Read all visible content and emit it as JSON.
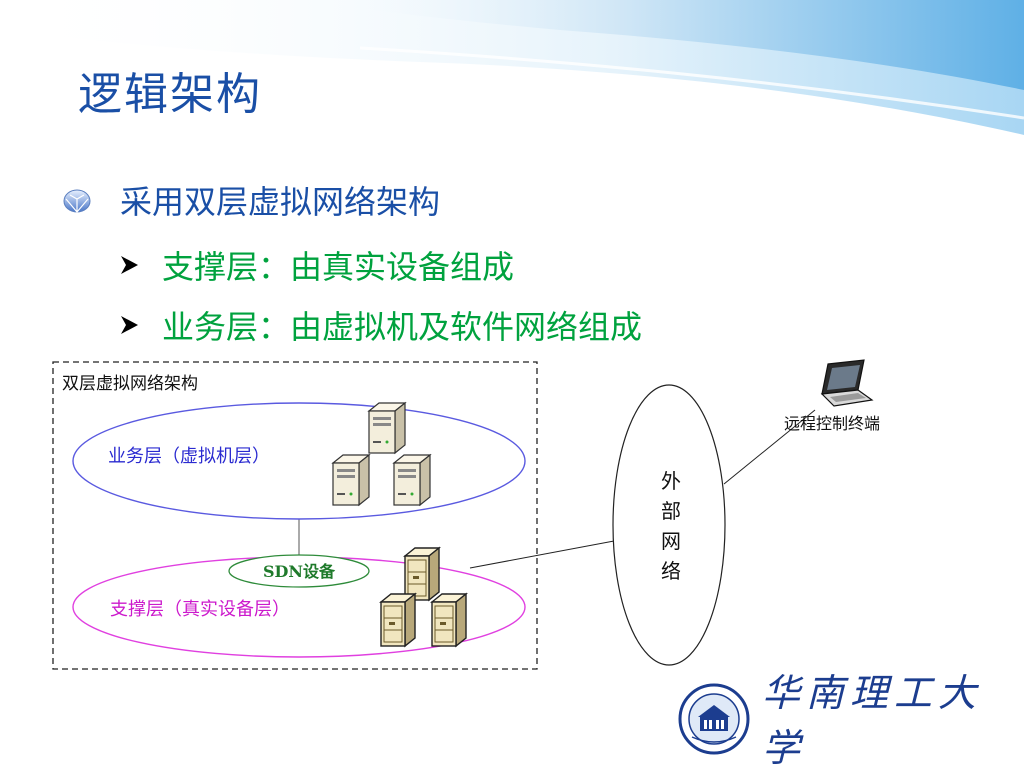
{
  "slide": {
    "title": "逻辑架构",
    "bullet": "采用双层虚拟网络架构",
    "sub_bullets": [
      "支撑层：由真实设备组成",
      "业务层：由虚拟机及软件网络组成"
    ]
  },
  "diagram": {
    "frame_title": "双层虚拟网络架构",
    "business_layer": "业务层（虚拟机层）",
    "support_layer": "支撑层（真实设备层）",
    "sdn_device": "SDN设备",
    "external_network": [
      "外",
      "部",
      "网",
      "络"
    ],
    "remote_terminal": "远程控制终端"
  },
  "logo": {
    "university_name": "华南理工大学"
  },
  "colors": {
    "title": "#1a4fa6",
    "sub_bullet": "#00a23e",
    "business_ellipse": "#5a5ae0",
    "support_ellipse": "#e040e0",
    "sdn_ellipse": "#2e8b3a"
  }
}
